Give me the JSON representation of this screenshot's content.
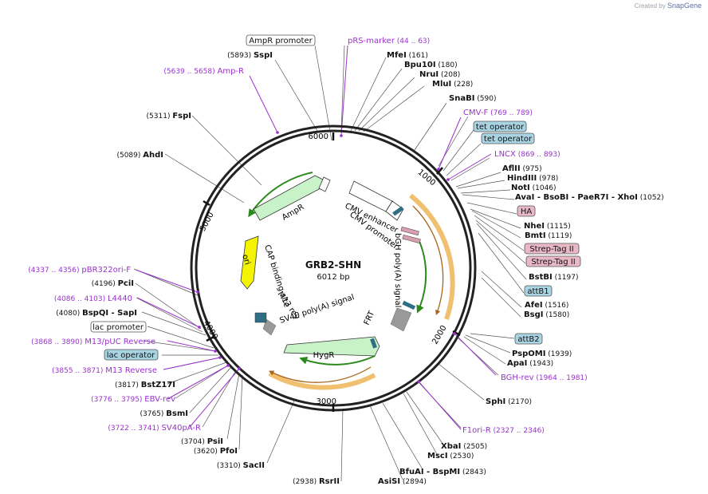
{
  "credit": {
    "prefix": "Created by",
    "brand": "SnapGene"
  },
  "plasmid": {
    "name": "GRB2-SHN",
    "size": "6012 bp"
  },
  "ticks": [
    "1000",
    "2000",
    "3000",
    "4000",
    "5000",
    "6000"
  ],
  "colors": {
    "primer": "#9a32cd",
    "enzyme": "#111111",
    "ring": "#222222",
    "amp": "#c8f2c8",
    "ori": "#f4f400",
    "orange": "#f0c070",
    "teal_box": "#a9d4e4",
    "pink_box": "#e8b8c6"
  },
  "enzymes": [
    {
      "name": "MfeI",
      "pos": "(161)"
    },
    {
      "name": "Bpu10I",
      "pos": "(180)"
    },
    {
      "name": "NruI",
      "pos": "(208)"
    },
    {
      "name": "MluI",
      "pos": "(228)"
    },
    {
      "name": "SnaBI",
      "pos": "(590)"
    },
    {
      "name": "AflII",
      "pos": "(975)"
    },
    {
      "name": "HindIII",
      "pos": "(978)"
    },
    {
      "name": "NotI",
      "pos": "(1046)"
    },
    {
      "name": "AvaI - BsoBI - PaeR7I - XhoI",
      "pos": "(1052)"
    },
    {
      "name": "NheI",
      "pos": "(1115)"
    },
    {
      "name": "BmtI",
      "pos": "(1119)"
    },
    {
      "name": "BstBI",
      "pos": "(1197)"
    },
    {
      "name": "AfeI",
      "pos": "(1516)"
    },
    {
      "name": "BsgI",
      "pos": "(1580)"
    },
    {
      "name": "PspOMI",
      "pos": "(1939)"
    },
    {
      "name": "ApaI",
      "pos": "(1943)"
    },
    {
      "name": "SphI",
      "pos": "(2170)"
    },
    {
      "name": "XbaI",
      "pos": "(2505)"
    },
    {
      "name": "MscI",
      "pos": "(2530)"
    },
    {
      "name": "BfuAI - BspMI",
      "pos": "(2843)"
    },
    {
      "name": "AsiSI",
      "pos": "(2894)"
    },
    {
      "name": "RsrII",
      "pos": "(2938)"
    },
    {
      "name": "SacII",
      "pos": "(3310)"
    },
    {
      "name": "PfoI",
      "pos": "(3620)"
    },
    {
      "name": "PsiI",
      "pos": "(3704)"
    },
    {
      "name": "BsmI",
      "pos": "(3765)"
    },
    {
      "name": "BstZ17I",
      "pos": "(3817)"
    },
    {
      "name": "BspQI - SapI",
      "pos": "(4080)"
    },
    {
      "name": "PciI",
      "pos": "(4196)"
    },
    {
      "name": "AhdI",
      "pos": "(5089)"
    },
    {
      "name": "FspI",
      "pos": "(5311)"
    },
    {
      "name": "SspI",
      "pos": "(5893)"
    }
  ],
  "primers": [
    {
      "name": "pRS-marker",
      "pos": "(44 .. 63)"
    },
    {
      "name": "CMV-F",
      "pos": "(769 .. 789)"
    },
    {
      "name": "LNCX",
      "pos": "(869 .. 893)"
    },
    {
      "name": "BGH-rev",
      "pos": "(1964 .. 1981)"
    },
    {
      "name": "F1ori-R",
      "pos": "(2327 .. 2346)"
    },
    {
      "name": "SV40pA-R",
      "pos": "(3722 .. 3741)"
    },
    {
      "name": "EBV-rev",
      "pos": "(3776 .. 3795)"
    },
    {
      "name": "M13 Reverse",
      "pos": "(3855 .. 3871)"
    },
    {
      "name": "M13/pUC Reverse",
      "pos": "(3868 .. 3890)"
    },
    {
      "name": "L4440",
      "pos": "(4086 .. 4103)"
    },
    {
      "name": "pBR322ori-F",
      "pos": "(4337 .. 4356)"
    },
    {
      "name": "Amp-R",
      "pos": "(5639 .. 5658)"
    }
  ],
  "boxes": {
    "ampr_promoter": "AmpR promoter",
    "tet_operator_1": "tet operator",
    "tet_operator_2": "tet operator",
    "ha": "HA",
    "strep1": "Strep-Tag II",
    "strep2": "Strep-Tag II",
    "attb1": "attB1",
    "attb2": "attB2",
    "lac_promoter": "lac promoter",
    "lac_operator": "lac operator"
  },
  "inner": {
    "cmv_enhancer": "CMV enhancer",
    "cmv_promoter": "CMV promoter",
    "bgh": "bGH poly(A) signal",
    "frt": "FRT",
    "hygr": "HygR",
    "sv40": "SV40 poly(A) signal",
    "m13rev": "M13 rev",
    "cap": "CAP binding site",
    "ori": "ori",
    "ampr": "AmpR"
  }
}
